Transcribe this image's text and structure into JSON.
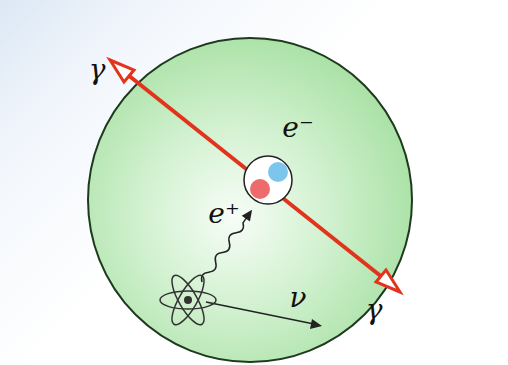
{
  "diagram": {
    "labels": [
      "γ",
      "e⁻",
      "e⁺",
      "γ",
      "ν"
    ]
  }
}
